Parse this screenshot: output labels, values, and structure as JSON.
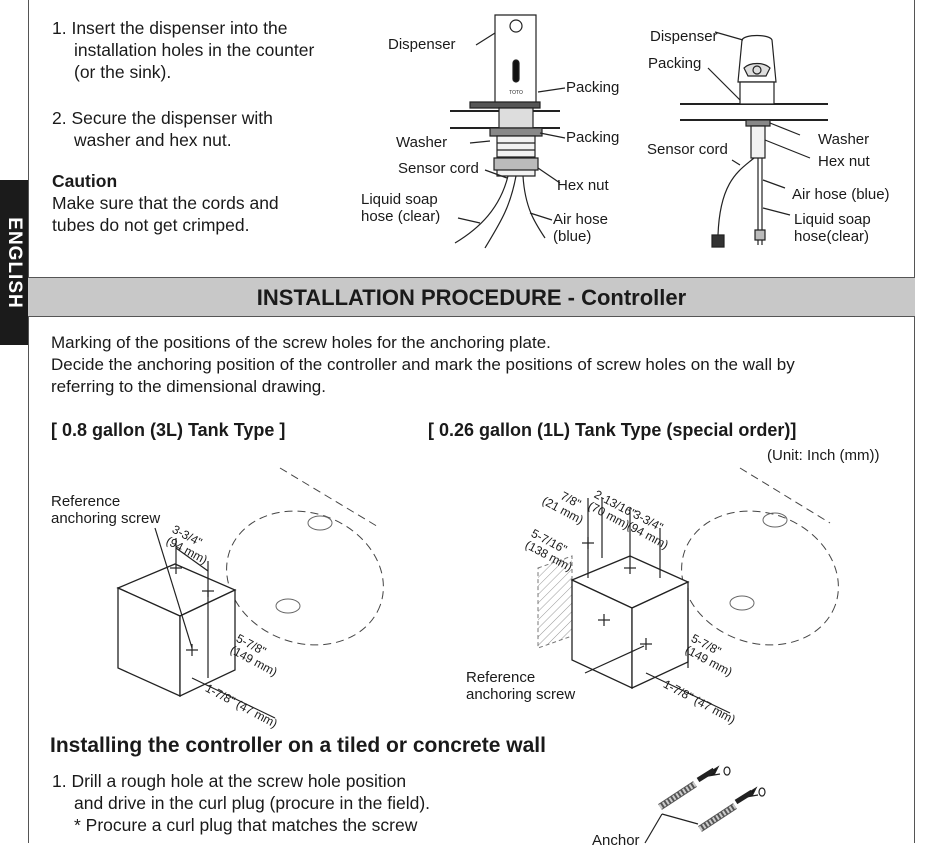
{
  "side_tab": "ENGLISH",
  "steps_top": {
    "step1_line1": "1. Insert the dispenser into the",
    "step1_line2": "installation holes in the counter",
    "step1_line3": "(or the sink).",
    "step2_line1": "2. Secure the dispenser with",
    "step2_line2": "washer and hex nut.",
    "caution_title": "Caution",
    "caution_line1": "Make sure that the cords and",
    "caution_line2": "tubes do not get crimped."
  },
  "fig1_labels": {
    "dispenser": "Dispenser",
    "packing_top": "Packing",
    "washer": "Washer",
    "packing_bottom": "Packing",
    "sensor_cord": "Sensor cord",
    "hex_nut": "Hex nut",
    "liquid_soap_1": "Liquid soap",
    "liquid_soap_2": "hose (clear)",
    "air_hose_1": "Air hose",
    "air_hose_2": "(blue)",
    "logo": "TOTO"
  },
  "fig2_labels": {
    "dispenser": "Dispenser",
    "packing": "Packing",
    "sensor_cord": "Sensor cord",
    "washer": "Washer",
    "hex_nut": "Hex nut",
    "air_hose": "Air hose (blue)",
    "liquid_soap_1": "Liquid soap",
    "liquid_soap_2": "hose(clear)"
  },
  "section_title": "INSTALLATION PROCEDURE - Controller",
  "intro": {
    "line1": "Marking of the positions of the screw holes for the anchoring plate.",
    "line2": "Decide the anchoring position of the controller and mark the positions of screw holes on the wall by",
    "line3": "referring to the dimensional drawing."
  },
  "tank_3l": {
    "heading": "[ 0.8 gallon (3L) Tank Type ]",
    "ref_label_1": "Reference",
    "ref_label_2": "anchoring screw",
    "dim_width": "3-3/4\"",
    "dim_width_mm": "(94 mm)",
    "dim_height": "5-7/8\"",
    "dim_height_mm": "(149 mm)",
    "dim_bottom": "1-7/8\" (47 mm)"
  },
  "tank_1l": {
    "heading": "[ 0.26 gallon (1L) Tank Type (special order)]",
    "unit": "(Unit: Inch (mm))",
    "dim_a": "7/8\"",
    "dim_a_mm": "(21 mm)",
    "dim_b": "2-13/16\"",
    "dim_b_mm": "(70 mm)",
    "dim_c": "3-3/4\"",
    "dim_c_mm": "(94 mm)",
    "dim_d": "5-7/16\"",
    "dim_d_mm": "(138 mm)",
    "dim_height": "5-7/8\"",
    "dim_height_mm": "(149 mm)",
    "dim_bottom": "1-7/8\" (47 mm)",
    "ref_label_1": "Reference",
    "ref_label_2": "anchoring screw"
  },
  "wall_section": {
    "title": "Installing the controller on a tiled or concrete wall",
    "step1_line1": "1. Drill a rough hole at the screw hole position",
    "step1_line2": "and drive in the curl plug (procure in the field).",
    "step1_note": "* Procure a curl plug that matches the screw",
    "anchor_label": "Anchor"
  }
}
